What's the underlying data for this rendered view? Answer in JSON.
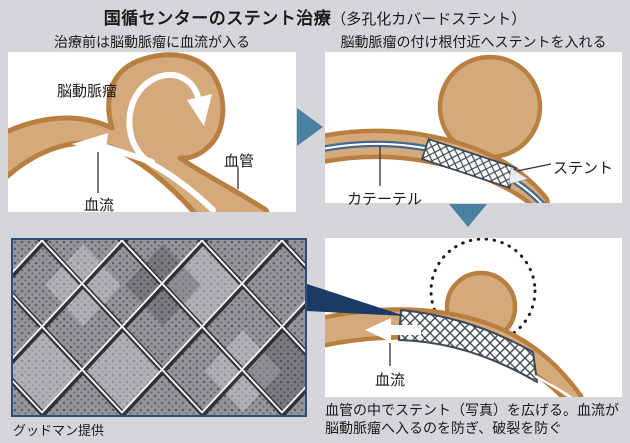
{
  "title": {
    "main": "国循センターのステント治療",
    "note": "（多孔化カバードステント）"
  },
  "panel_before": {
    "subtitle": "治療前は脳動脈瘤に血流が入る",
    "label_aneurysm": "脳動脈瘤",
    "label_vessel": "血管",
    "label_blood_flow": "血流"
  },
  "panel_insert": {
    "subtitle": "脳動脈瘤の付け根付近へステントを入れる",
    "label_stent": "ステント",
    "label_catheter": "カテーテル"
  },
  "photo": {
    "credit": "グッドマン提供"
  },
  "panel_result": {
    "label_blood_flow": "血流",
    "caption_line1": "血管の中でステント（写真）を広げる。血流が",
    "caption_line2": "脳動脈瘤へ入るのを防ぎ、破裂を防ぐ"
  },
  "colors": {
    "background": "#d4d6d9",
    "panel": "#ffffff",
    "vessel_fill": "#d4aa7d",
    "vessel_outline": "#b97f41",
    "flow_arrow": "#ffffff",
    "step_arrow": "#4a80a0",
    "catheter_blue": "#44688c",
    "callout_navy": "#1c3a66",
    "photo_border": "#2d4d7d",
    "text": "#1a1a1a"
  }
}
